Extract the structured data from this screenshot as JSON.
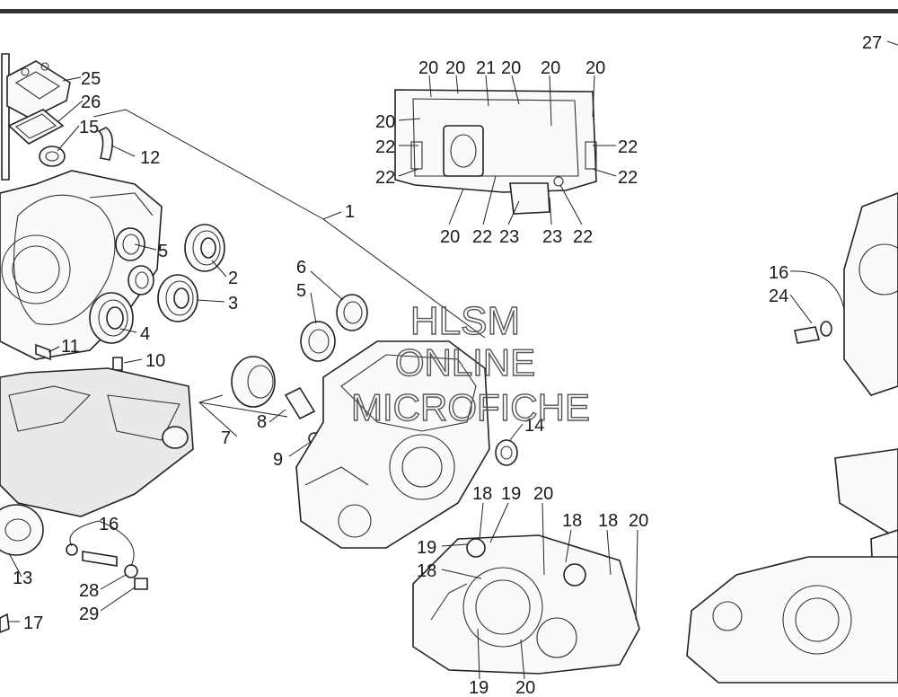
{
  "watermark": {
    "line1": "HLSM",
    "line2": "ONLINE",
    "line3": "MICROFICHE"
  },
  "callouts": [
    {
      "id": "c25",
      "text": "25"
    },
    {
      "id": "c26",
      "text": "26"
    },
    {
      "id": "c15",
      "text": "15"
    },
    {
      "id": "c12",
      "text": "12"
    },
    {
      "id": "c1",
      "text": "1"
    },
    {
      "id": "c5a",
      "text": "5"
    },
    {
      "id": "c2",
      "text": "2"
    },
    {
      "id": "c3",
      "text": "3"
    },
    {
      "id": "c4",
      "text": "4"
    },
    {
      "id": "c11",
      "text": "11"
    },
    {
      "id": "c10",
      "text": "10"
    },
    {
      "id": "c6",
      "text": "6"
    },
    {
      "id": "c5b",
      "text": "5"
    },
    {
      "id": "c8",
      "text": "8"
    },
    {
      "id": "c7",
      "text": "7"
    },
    {
      "id": "c9",
      "text": "9"
    },
    {
      "id": "c14",
      "text": "14"
    },
    {
      "id": "c16a",
      "text": "16"
    },
    {
      "id": "c13",
      "text": "13"
    },
    {
      "id": "c28",
      "text": "28"
    },
    {
      "id": "c29",
      "text": "29"
    },
    {
      "id": "c17",
      "text": "17"
    },
    {
      "id": "t20a",
      "text": "20"
    },
    {
      "id": "t20b",
      "text": "20"
    },
    {
      "id": "t21",
      "text": "21"
    },
    {
      "id": "t20c",
      "text": "20"
    },
    {
      "id": "t20d",
      "text": "20"
    },
    {
      "id": "t20e",
      "text": "20"
    },
    {
      "id": "t20f",
      "text": "20"
    },
    {
      "id": "t22a",
      "text": "22"
    },
    {
      "id": "t22b",
      "text": "22"
    },
    {
      "id": "t22c",
      "text": "22"
    },
    {
      "id": "t22d",
      "text": "22"
    },
    {
      "id": "t20g",
      "text": "20"
    },
    {
      "id": "t22e",
      "text": "22"
    },
    {
      "id": "t23a",
      "text": "23"
    },
    {
      "id": "t23b",
      "text": "23"
    },
    {
      "id": "t22f",
      "text": "22"
    },
    {
      "id": "b18a",
      "text": "18"
    },
    {
      "id": "b19a",
      "text": "19"
    },
    {
      "id": "b20a",
      "text": "20"
    },
    {
      "id": "b18b",
      "text": "18"
    },
    {
      "id": "b18c",
      "text": "18"
    },
    {
      "id": "b20b",
      "text": "20"
    },
    {
      "id": "b19b",
      "text": "19"
    },
    {
      "id": "b18d",
      "text": "18"
    },
    {
      "id": "b19c",
      "text": "19"
    },
    {
      "id": "b20c",
      "text": "20"
    },
    {
      "id": "c27",
      "text": "27"
    },
    {
      "id": "c16b",
      "text": "16"
    },
    {
      "id": "c24",
      "text": "24"
    }
  ]
}
